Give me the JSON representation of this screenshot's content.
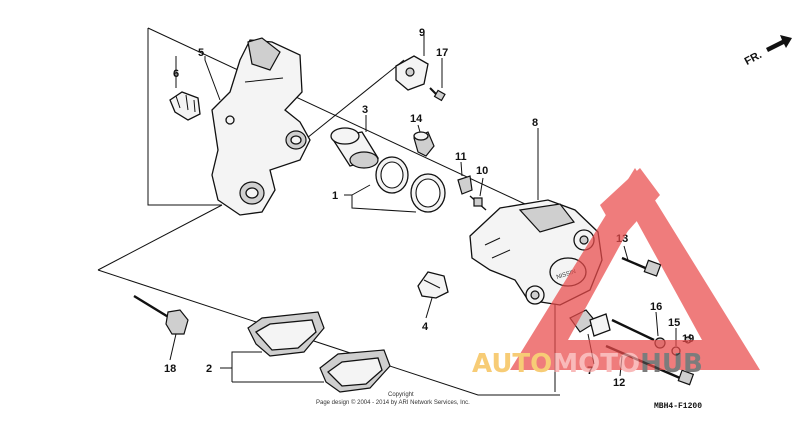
{
  "callouts": {
    "c1": "1",
    "c2": "2",
    "c3": "3",
    "c4": "4",
    "c5": "5",
    "c6": "6",
    "c7": "7",
    "c8": "8",
    "c9": "9",
    "c10": "10",
    "c11": "11",
    "c12": "12",
    "c13": "13",
    "c14": "14",
    "c15": "15",
    "c16": "16",
    "c17": "17",
    "c18": "18",
    "c19": "19"
  },
  "direction_label": "FR.",
  "diagram_code": "MBH4-F1200",
  "copyright_line1": "Copyright",
  "copyright_line2": "Page design © 2004 - 2014 by ARI Network Services, Inc.",
  "caliper_brand": "NISSIN",
  "watermark": {
    "part_a": "AUTO",
    "part_b": "MOTO",
    "part_c": "HUB",
    "color_a": "#f5b942",
    "color_b": "#e94b4b",
    "color_c": "#4a4a4a"
  },
  "colors": {
    "watermark_triangle": "#e94b4b"
  }
}
